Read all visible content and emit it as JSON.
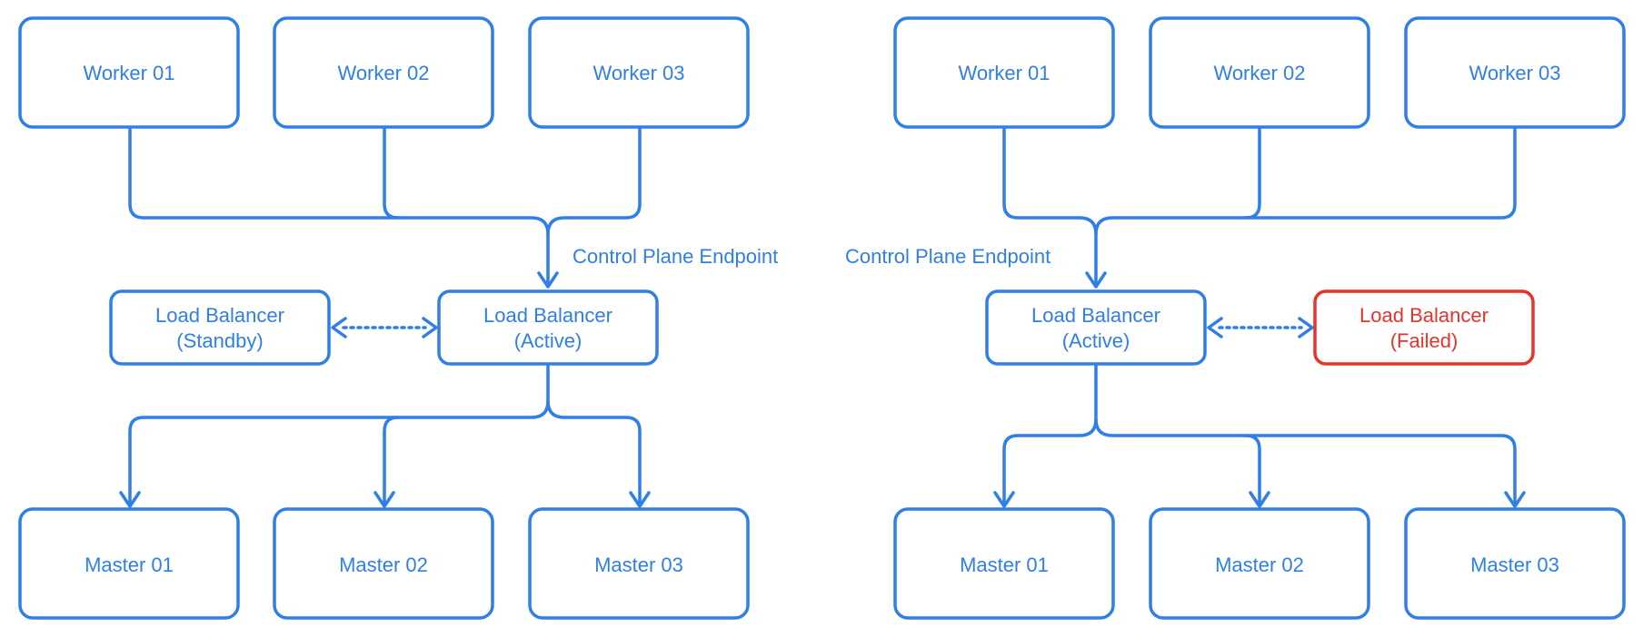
{
  "colors": {
    "primary": "#2f7fe6",
    "failed": "#e8322a",
    "background": "#ffffff"
  },
  "left": {
    "workers": [
      "Worker 01",
      "Worker 02",
      "Worker 03"
    ],
    "endpoint_label": "Control Plane Endpoint",
    "lb_standby": {
      "line1": "Load Balancer",
      "line2": "(Standby)"
    },
    "lb_active": {
      "line1": "Load Balancer",
      "line2": "(Active)"
    },
    "masters": [
      "Master 01",
      "Master 02",
      "Master 03"
    ]
  },
  "right": {
    "workers": [
      "Worker 01",
      "Worker 02",
      "Worker 03"
    ],
    "endpoint_label": "Control Plane Endpoint",
    "lb_active": {
      "line1": "Load Balancer",
      "line2": "(Active)"
    },
    "lb_failed": {
      "line1": "Load Balancer",
      "line2": "(Failed)",
      "status": "failed"
    },
    "masters": [
      "Master 01",
      "Master 02",
      "Master 03"
    ]
  }
}
